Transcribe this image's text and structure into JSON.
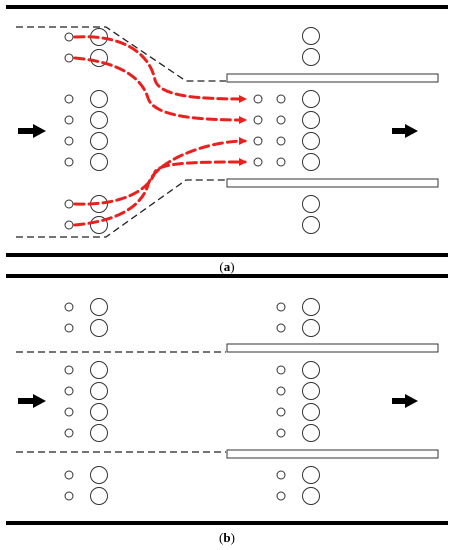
{
  "panels": [
    {
      "id": "a",
      "label_open": "(",
      "label_letter": "a",
      "label_close": ")"
    },
    {
      "id": "b",
      "label_open": "(",
      "label_letter": "b",
      "label_close": ")"
    }
  ],
  "colors": {
    "wall": "#000000",
    "dashed_boundary": "#222222",
    "particle_stroke": "#333333",
    "flow_path": "#e8211e",
    "arrow": "#000000"
  },
  "icons": {
    "flow_in": "right-arrow-icon",
    "flow_out": "right-arrow-icon"
  }
}
